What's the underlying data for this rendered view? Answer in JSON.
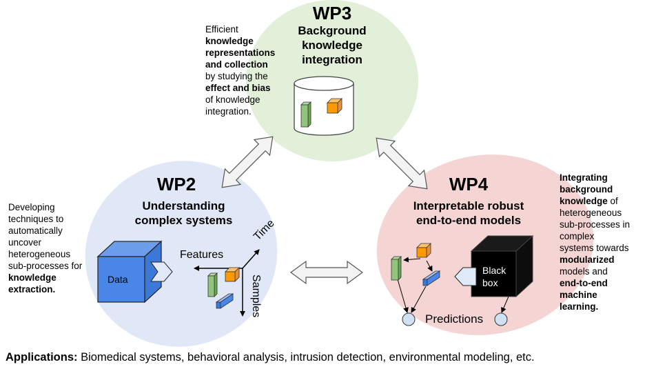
{
  "wp3": {
    "title": "WP3",
    "subtitle": [
      "Background",
      "knowledge",
      "integration"
    ],
    "description": [
      {
        "text": "Efficient",
        "bold": false
      },
      {
        "text": "knowledge",
        "bold": true
      },
      {
        "text": "representations",
        "bold": true
      },
      {
        "text": "and collection",
        "bold": true
      },
      {
        "text": "by studying the",
        "bold": false
      },
      {
        "text": "effect and bias",
        "bold": true
      },
      {
        "text": "of knowledge",
        "bold": false
      },
      {
        "text": "integration.",
        "bold": false
      }
    ]
  },
  "wp2": {
    "title": "WP2",
    "subtitle": [
      "Understanding",
      "complex systems"
    ],
    "description": [
      {
        "text": "Developing",
        "bold": false
      },
      {
        "text": "techniques to",
        "bold": false
      },
      {
        "text": "automatically",
        "bold": false
      },
      {
        "text": "uncover",
        "bold": false
      },
      {
        "text": "heterogeneous",
        "bold": false
      },
      {
        "text": "sub-processes for",
        "bold": false
      },
      {
        "text": "knowledge",
        "bold": true
      },
      {
        "text": "extraction.",
        "bold": true
      }
    ],
    "data_label": "Data",
    "features_label": "Features",
    "time_label": "Time",
    "samples_label": "Samples"
  },
  "wp4": {
    "title": "WP4",
    "subtitle": [
      "Interpretable robust",
      "end-to-end models"
    ],
    "description": [
      [
        {
          "text": "Integrating",
          "bold": true
        }
      ],
      [
        {
          "text": "background",
          "bold": true
        }
      ],
      [
        {
          "text": "knowledge",
          "bold": true
        },
        {
          "text": " of",
          "bold": false
        }
      ],
      [
        {
          "text": "heterogeneous",
          "bold": false
        }
      ],
      [
        {
          "text": "sub-processes in",
          "bold": false
        }
      ],
      [
        {
          "text": "complex",
          "bold": false
        }
      ],
      [
        {
          "text": "systems towards",
          "bold": false
        }
      ],
      [
        {
          "text": "modularized",
          "bold": true
        }
      ],
      [
        {
          "text": "models and",
          "bold": false
        }
      ],
      [
        {
          "text": "end-to-end",
          "bold": true
        }
      ],
      [
        {
          "text": "machine",
          "bold": true
        }
      ],
      [
        {
          "text": "learning.",
          "bold": true
        }
      ]
    ],
    "blackbox_label": [
      "Black",
      "box"
    ],
    "predictions_label": "Predictions"
  },
  "applications": {
    "label": "Applications:",
    "text": " Biomedical systems, behavioral analysis, intrusion detection, environmental modeling, etc."
  },
  "colors": {
    "wp3_fill": "#e2efd9",
    "wp2_fill": "#e0e7f7",
    "wp4_fill": "#f5d4d4",
    "data_cube": "#4a86e8",
    "orange": "#ff9900",
    "green": "#93c47d",
    "blue": "#4a86e8",
    "black_box": "#000000",
    "node": "#cfe2f3"
  },
  "icons": [
    "cylinder-database-icon",
    "data-cube-icon",
    "black-box-cube-icon",
    "double-arrow-icon"
  ]
}
